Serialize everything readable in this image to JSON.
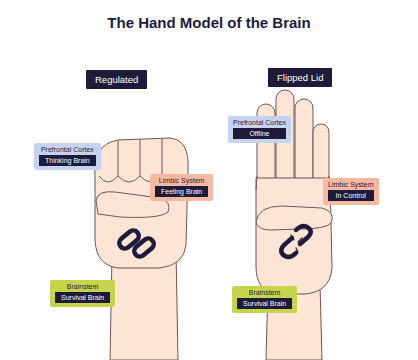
{
  "diagram": {
    "title": "The Hand Model of the Brain",
    "nodes": [
      {
        "text": [
          "Regulated"
        ]
      },
      {
        "text": [
          "Flipped Lid"
        ]
      },
      {
        "text": [
          "Prefrontal Cortex",
          "Thinking Brain"
        ]
      },
      {
        "text": [
          "Limbic System",
          "Feeling Brain"
        ]
      },
      {
        "text": [
          "Brainstem",
          "Survival Brain"
        ]
      },
      {
        "text": [
          "Prefrontal Cortex",
          "Offline"
        ]
      },
      {
        "text": [
          "Limbic System",
          "In Control"
        ]
      },
      {
        "text": [
          "Brainstem",
          "Survival Brain"
        ]
      }
    ]
  }
}
